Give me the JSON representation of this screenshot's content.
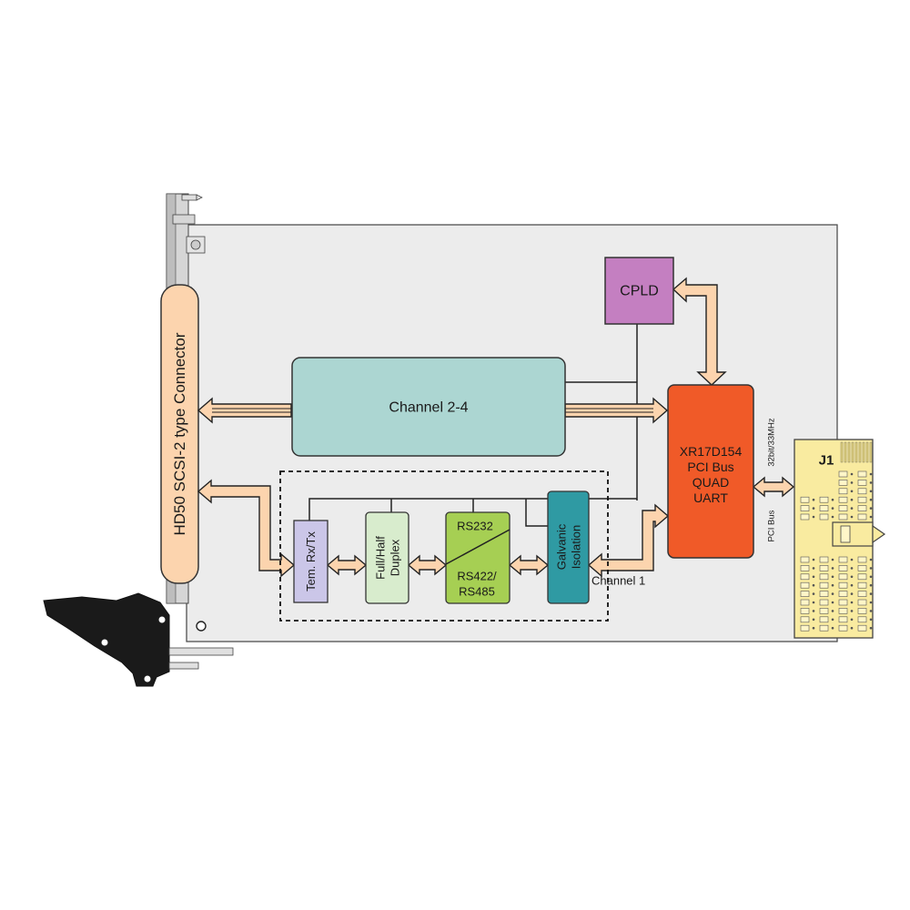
{
  "connector": {
    "label": "HD50 SCSI-2 type Connector",
    "color": "#fcd4ae"
  },
  "cpld": {
    "label": "CPLD",
    "color": "#c47fc1"
  },
  "channels": {
    "label": "Channel 2-4",
    "color": "#acd6d2"
  },
  "uart": {
    "lines": [
      "XR17D154",
      "PCI Bus",
      "QUAD",
      "UART"
    ],
    "color": "#f05a28"
  },
  "pci": {
    "speed": "32bit/33MHz",
    "bus": "PCI Bus"
  },
  "j1": {
    "label": "J1",
    "color": "#f9eba0"
  },
  "channel1": {
    "label": "Channel 1",
    "blocks": {
      "tem": {
        "label": "Tem. Rx/Tx",
        "color": "#cbc6e8"
      },
      "duplex": {
        "line1": "Full/Half",
        "line2": "Duplex",
        "color": "#d8eccd"
      },
      "rs": {
        "top": "RS232",
        "bottom1": "RS422/",
        "bottom2": "RS485",
        "color": "#a6cf53"
      },
      "galvanic": {
        "line1": "Galvanic",
        "line2": "Isolation",
        "color": "#2f9aa3"
      }
    }
  },
  "colors": {
    "board": "#ececec",
    "arrow": "#fcd4ae"
  }
}
